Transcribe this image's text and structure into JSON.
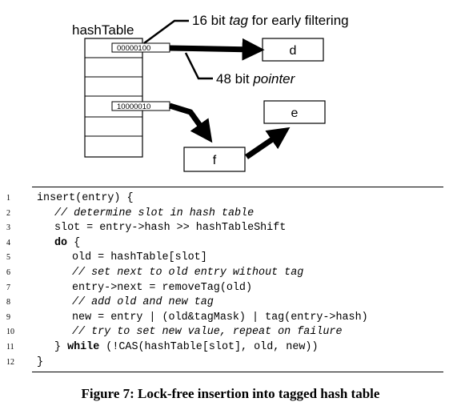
{
  "diagram": {
    "table_label": "hashTable",
    "slot_d_tag": "00000100",
    "slot_f_tag": "10000010",
    "node_d": "d",
    "node_e": "e",
    "node_f": "f",
    "tag_annotation_pre": "16 bit ",
    "tag_annotation_em": "tag",
    "tag_annotation_post": " for early filtering",
    "pointer_annotation_pre": "48 bit ",
    "pointer_annotation_em": "pointer"
  },
  "code": [
    {
      "num": "1",
      "indent": 0,
      "parts": [
        {
          "t": "insert(entry) {",
          "c": ""
        }
      ]
    },
    {
      "num": "2",
      "indent": 1,
      "parts": [
        {
          "t": "// determine slot in hash table",
          "c": "cmt"
        }
      ]
    },
    {
      "num": "3",
      "indent": 1,
      "parts": [
        {
          "t": "slot = entry->hash >> hashTableShift",
          "c": ""
        }
      ]
    },
    {
      "num": "4",
      "indent": 1,
      "parts": [
        {
          "t": "do",
          "c": "kw"
        },
        {
          "t": " {",
          "c": ""
        }
      ]
    },
    {
      "num": "5",
      "indent": 2,
      "parts": [
        {
          "t": "old = hashTable[slot]",
          "c": ""
        }
      ]
    },
    {
      "num": "6",
      "indent": 2,
      "parts": [
        {
          "t": "// set next to old entry without tag",
          "c": "cmt"
        }
      ]
    },
    {
      "num": "7",
      "indent": 2,
      "parts": [
        {
          "t": "entry->next = removeTag(old)",
          "c": ""
        }
      ]
    },
    {
      "num": "8",
      "indent": 2,
      "parts": [
        {
          "t": "// add old and new tag",
          "c": "cmt"
        }
      ]
    },
    {
      "num": "9",
      "indent": 2,
      "parts": [
        {
          "t": "new = entry | (old&tagMask) | tag(entry->hash)",
          "c": ""
        }
      ]
    },
    {
      "num": "10",
      "indent": 2,
      "parts": [
        {
          "t": "// try to set new value, repeat on failure",
          "c": "cmt"
        }
      ]
    },
    {
      "num": "11",
      "indent": 1,
      "parts": [
        {
          "t": "} ",
          "c": ""
        },
        {
          "t": "while",
          "c": "kw"
        },
        {
          "t": " (!CAS(hashTable[slot], old, new))",
          "c": ""
        }
      ]
    },
    {
      "num": "12",
      "indent": 0,
      "parts": [
        {
          "t": "}",
          "c": ""
        }
      ]
    }
  ],
  "caption": "Figure 7: Lock-free insertion into tagged hash table"
}
